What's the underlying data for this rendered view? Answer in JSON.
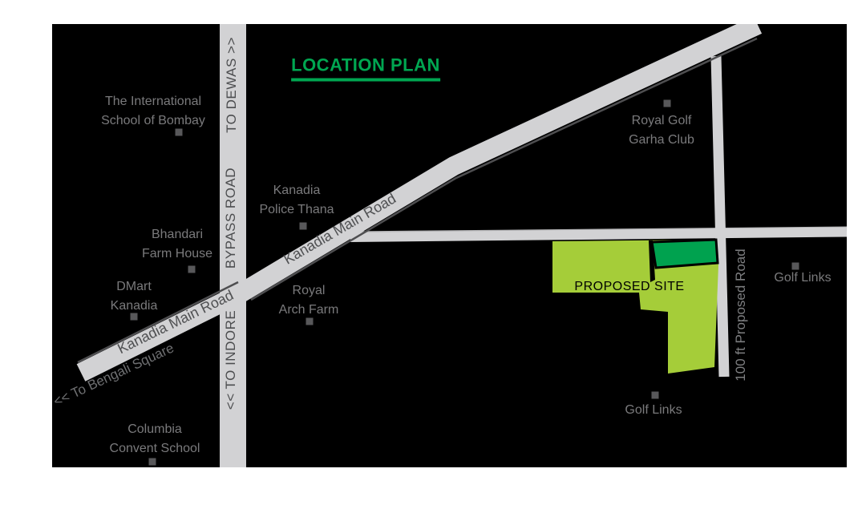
{
  "title": "LOCATION PLAN",
  "roads": {
    "bypass": "BYPASS ROAD",
    "to_dewas": "TO DEWAS >>",
    "to_indore": "<< TO INDORE",
    "kanadia_main_upper": "Kanadia Main Road",
    "kanadia_main_lower": "Kanadia Main Road",
    "to_bengali_square": "<< To Bengali Square",
    "proposed_100ft": "100 ft Proposed Road"
  },
  "site": {
    "label": "PROPOSED SITE"
  },
  "places": [
    {
      "id": "international-school",
      "line1": "The International",
      "line2": "School of Bombay"
    },
    {
      "id": "kanadia-police-thana",
      "line1": "Kanadia",
      "line2": "Police Thana"
    },
    {
      "id": "bhandari-farm-house",
      "line1": "Bhandari",
      "line2": "Farm House"
    },
    {
      "id": "dmart-kanadia",
      "line1": "DMart",
      "line2": "Kanadia"
    },
    {
      "id": "royal-arch-farm",
      "line1": "Royal",
      "line2": "Arch Farm"
    },
    {
      "id": "columbia-convent-school",
      "line1": "Columbia",
      "line2": "Convent School"
    },
    {
      "id": "royal-golf-garha-club",
      "line1": "Royal Golf",
      "line2": "Garha Club"
    },
    {
      "id": "golf-links-east",
      "line1": "Golf Links"
    },
    {
      "id": "golf-links-south",
      "line1": "Golf Links"
    }
  ],
  "colors": {
    "page_background": "#ffffff",
    "map_background": "#000000",
    "road_fill": "#d2d2d4",
    "road_edge_dark": "#4e4e50",
    "road_edge_light": "#b4b4b6",
    "site_light_green": "#a5cd39",
    "site_dark_green": "#00a24f",
    "title_green": "#00a651",
    "place_label_gray": "#7a7a7c",
    "marker_gray": "#58585a",
    "boundary_black": "#000000"
  }
}
